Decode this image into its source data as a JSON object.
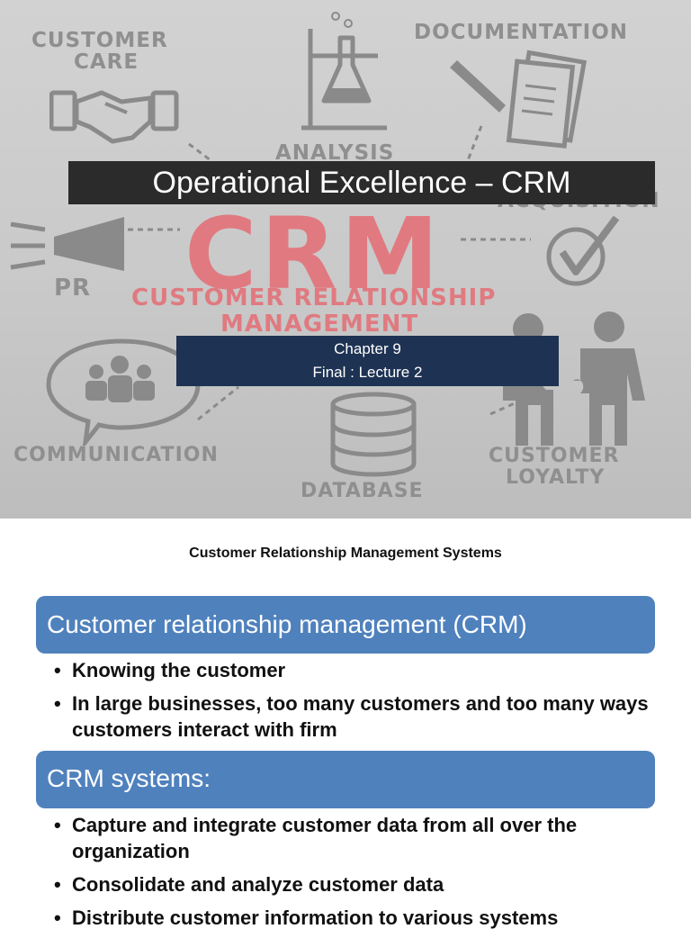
{
  "slide1": {
    "background_words": {
      "customer_care_1": "CUSTOMER",
      "customer_care_2": "CARE",
      "documentation": "DOCUMENTATION",
      "analysis": "ANALYSIS",
      "acquisition": "ACQUISITION",
      "pr": "PR",
      "communication": "COMMUNICATION",
      "database": "DATABASE",
      "customer_loyalty_1": "CUSTOMER",
      "customer_loyalty_2": "LOYALTY"
    },
    "crm_big": "CRM",
    "crm_subtitle_1": "CUSTOMER RELATIONSHIP",
    "crm_subtitle_2": "MANAGEMENT",
    "title": "Operational Excellence – CRM",
    "subtitle_line1": "Chapter 9",
    "subtitle_line2": "Final : Lecture 2",
    "colors": {
      "title_bar": "#2b2b2b",
      "subtitle_box": "#1e3353",
      "crm_accent": "#e07a80"
    }
  },
  "slide2": {
    "heading": "Customer Relationship Management Systems",
    "section1_title": "Customer relationship management (CRM)",
    "section1_bullets": [
      "Knowing the customer",
      "In large businesses, too many customers and too many ways customers interact with firm"
    ],
    "section2_title": "CRM systems:",
    "section2_bullets": [
      "Capture and integrate customer data from all over the organization",
      "Consolidate and analyze customer data",
      "Distribute customer information to various systems"
    ],
    "colors": {
      "section_box": "#4f81bd"
    }
  }
}
